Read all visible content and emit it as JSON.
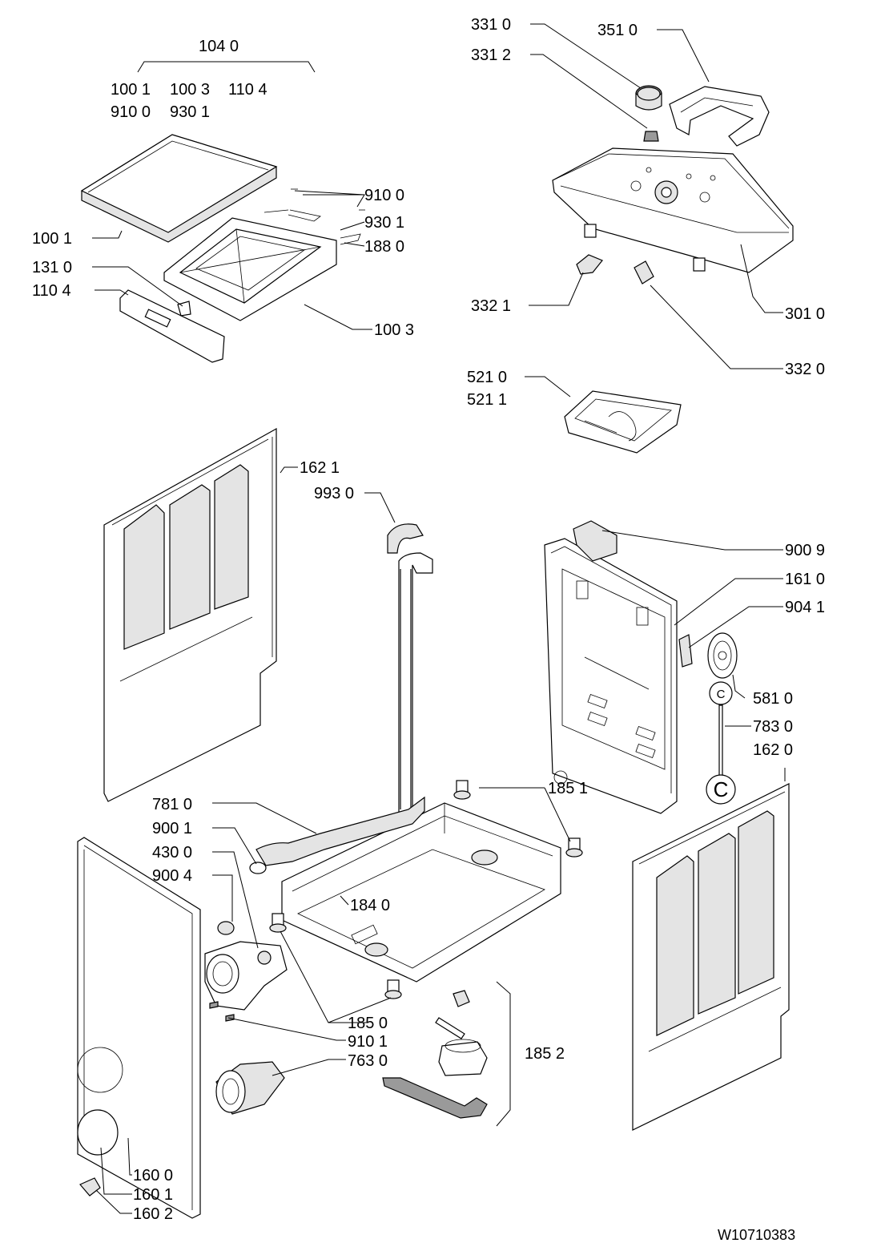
{
  "labels": {
    "l1040": "104 0",
    "l1001a": "100 1",
    "l1003a": "100 3",
    "l1104a": "110 4",
    "l9100a": "910 0",
    "l9301a": "930 1",
    "l9100": "910 0",
    "l9301": "930 1",
    "l1880": "188 0",
    "l1001": "100 1",
    "l1310": "131 0",
    "l1104": "110 4",
    "l1003": "100 3",
    "l3310": "331 0",
    "l3312": "331 2",
    "l3510": "351 0",
    "l3321": "332 1",
    "l3010": "301 0",
    "l3320": "332 0",
    "l5210": "521 0",
    "l5211": "521 1",
    "l1621": "162 1",
    "l9930": "993 0",
    "l9009": "900 9",
    "l1610": "161 0",
    "l9041": "904 1",
    "l5810": "581 0",
    "l7830": "783 0",
    "l1620": "162 0",
    "l7810": "781 0",
    "l9001": "900 1",
    "l4300": "430 0",
    "l9004": "900 4",
    "l1851": "185 1",
    "l1840": "184 0",
    "l1850": "185 0",
    "l9101": "910 1",
    "l7630": "763 0",
    "l1852": "185 2",
    "l1600": "160 0",
    "l1601": "160 1",
    "l1602": "160 2",
    "circleC1": "C",
    "circleC2": "C",
    "docCode": "W10710383"
  }
}
